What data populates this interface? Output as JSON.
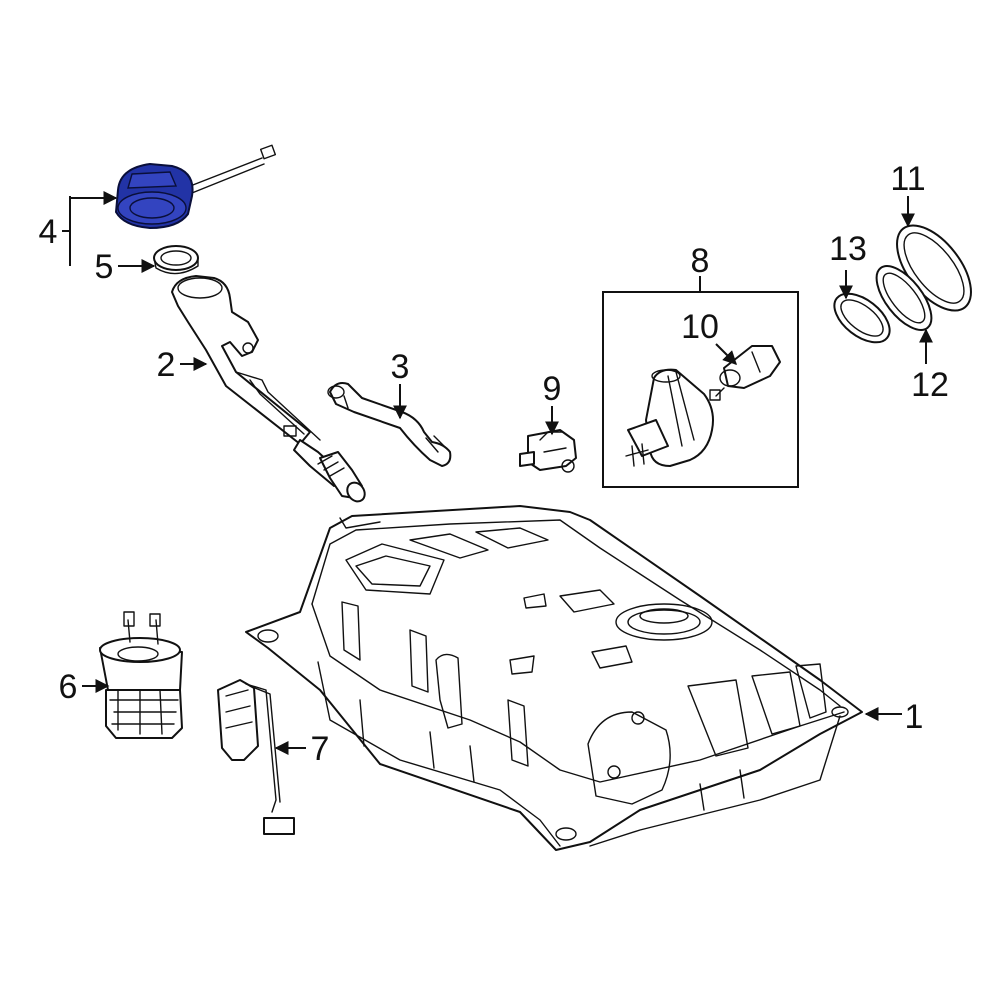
{
  "diagram": {
    "callouts": [
      {
        "id": "1",
        "label": "1"
      },
      {
        "id": "2",
        "label": "2"
      },
      {
        "id": "3",
        "label": "3"
      },
      {
        "id": "4",
        "label": "4"
      },
      {
        "id": "5",
        "label": "5"
      },
      {
        "id": "6",
        "label": "6"
      },
      {
        "id": "7",
        "label": "7"
      },
      {
        "id": "8",
        "label": "8"
      },
      {
        "id": "9",
        "label": "9"
      },
      {
        "id": "10",
        "label": "10"
      },
      {
        "id": "11",
        "label": "11"
      },
      {
        "id": "12",
        "label": "12"
      },
      {
        "id": "13",
        "label": "13"
      }
    ],
    "highlighted_part": "4",
    "colors": {
      "highlight": "#2233a6",
      "line": "#111111",
      "background": "#ffffff"
    }
  }
}
